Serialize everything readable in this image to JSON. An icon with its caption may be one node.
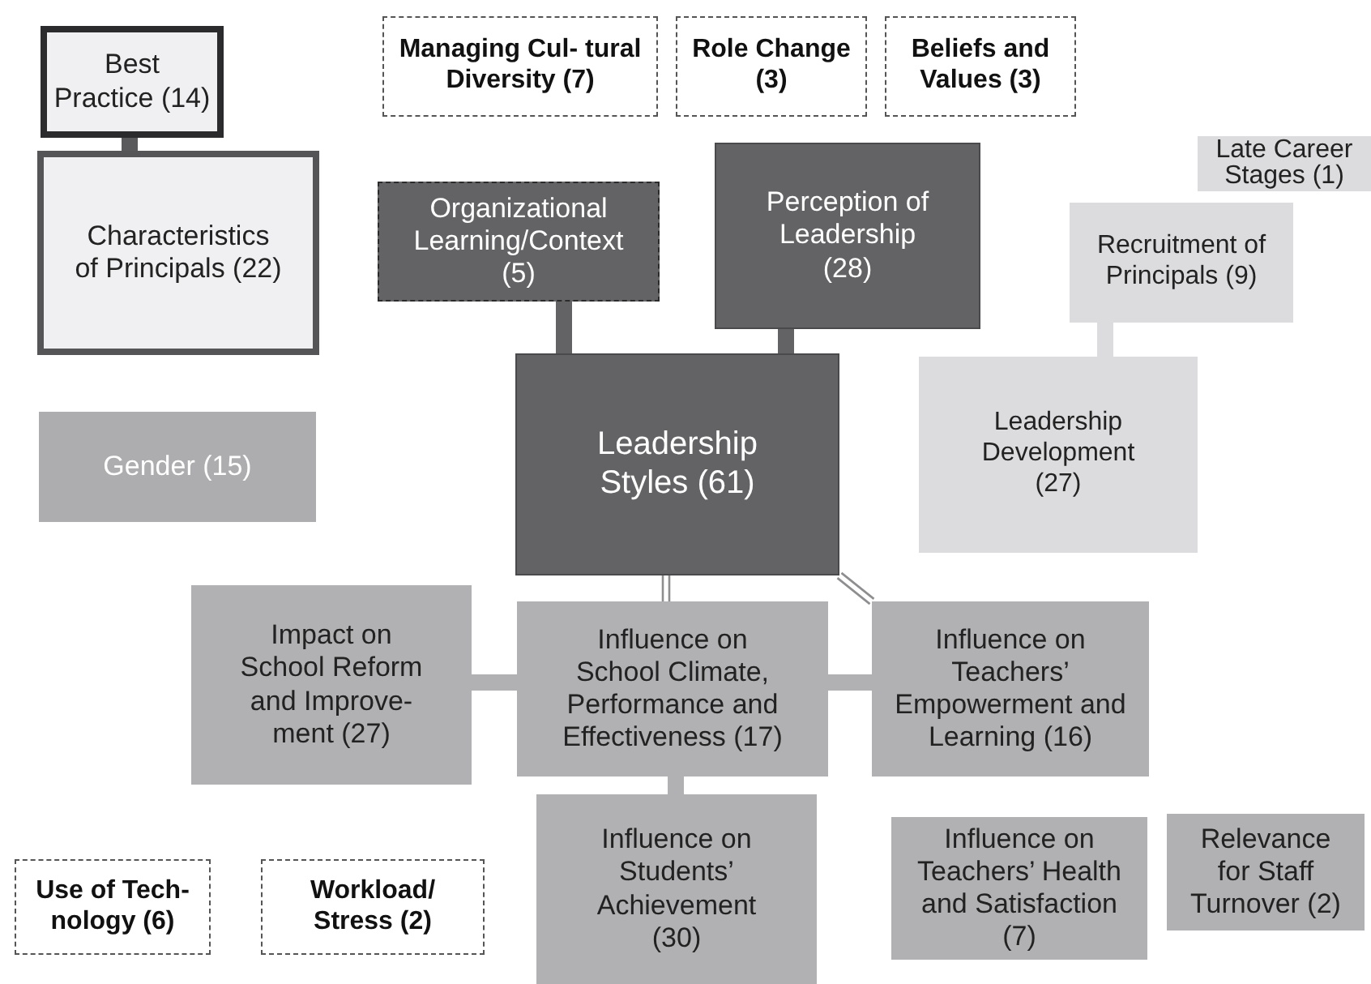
{
  "diagram": {
    "nodes": [
      {
        "text": [
          "Best Practice (14)"
        ]
      },
      {
        "text": [
          "Characteristics of Principals (22)"
        ]
      },
      {
        "text": [
          "Managing Cul- tural Diversity (7)"
        ]
      },
      {
        "text": [
          "Role Change (3)"
        ]
      },
      {
        "text": [
          "Beliefs and Values (3)"
        ]
      },
      {
        "text": [
          "Late Career Stages (1)"
        ]
      },
      {
        "text": [
          "Organizational Learning/Context (5)"
        ]
      },
      {
        "text": [
          "Perception of Leadership (28)"
        ]
      },
      {
        "text": [
          "Recruitment of Principals (9)"
        ]
      },
      {
        "text": [
          "Gender (15)"
        ]
      },
      {
        "text": [
          "Leadership Styles (61)"
        ]
      },
      {
        "text": [
          "Leadership Development (27)"
        ]
      },
      {
        "text": [
          "Impact on School Reform and Improve- ment (27)"
        ]
      },
      {
        "text": [
          "Influence on School Climate, Performance and Effectiveness (17)"
        ]
      },
      {
        "text": [
          "Influence on Teachers’ Empowerment and Learning  (16)"
        ]
      },
      {
        "text": [
          "Use of Tech- nology (6)"
        ]
      },
      {
        "text": [
          "Workload/ Stress (2)"
        ]
      },
      {
        "text": [
          "Influence on Students’ Achievement (30)"
        ]
      },
      {
        "text": [
          "Influence on Teachers’ Health and Satisfaction (7)"
        ]
      },
      {
        "text": [
          "Relevance for Staff Turnover (2)"
        ]
      }
    ],
    "edges": [
      {
        "from": 0,
        "to": 1,
        "arrow": "none",
        "color": "#5a5a5c"
      },
      {
        "from": 6,
        "to": 10,
        "arrow": "none",
        "color": "#636365"
      },
      {
        "from": 7,
        "to": 10,
        "arrow": "none",
        "color": "#636365"
      },
      {
        "from": 8,
        "to": 11,
        "arrow": "none",
        "color": "#dcdcde"
      },
      {
        "from": 10,
        "to": 13,
        "arrow": "none",
        "color": "#8e8e90"
      },
      {
        "from": 10,
        "to": 14,
        "arrow": "none",
        "color": "#8e8e90"
      },
      {
        "from": 12,
        "to": 13,
        "arrow": "none",
        "color": "#b1b1b3"
      },
      {
        "from": 13,
        "to": 14,
        "arrow": "none",
        "color": "#b1b1b3"
      },
      {
        "from": 13,
        "to": 17,
        "arrow": "none",
        "color": "#b1b1b3"
      }
    ]
  }
}
